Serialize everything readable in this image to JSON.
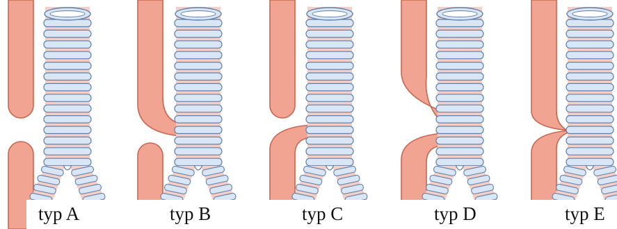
{
  "panels": [
    {
      "id": "A",
      "label": "typ A",
      "variant": "A"
    },
    {
      "id": "B",
      "label": "typ B",
      "variant": "B"
    },
    {
      "id": "C",
      "label": "typ C",
      "variant": "C"
    },
    {
      "id": "D",
      "label": "typ D",
      "variant": "D"
    },
    {
      "id": "E",
      "label": "typ E",
      "variant": "E"
    }
  ],
  "colors": {
    "esophagus_fill": "#f2a493",
    "esophagus_stroke": "#c86650",
    "cartilage_fill": "#d9e6f5",
    "cartilage_stroke": "#5f7faa",
    "membrane_fill": "#f5cfc6",
    "caption_text": "#111111"
  }
}
